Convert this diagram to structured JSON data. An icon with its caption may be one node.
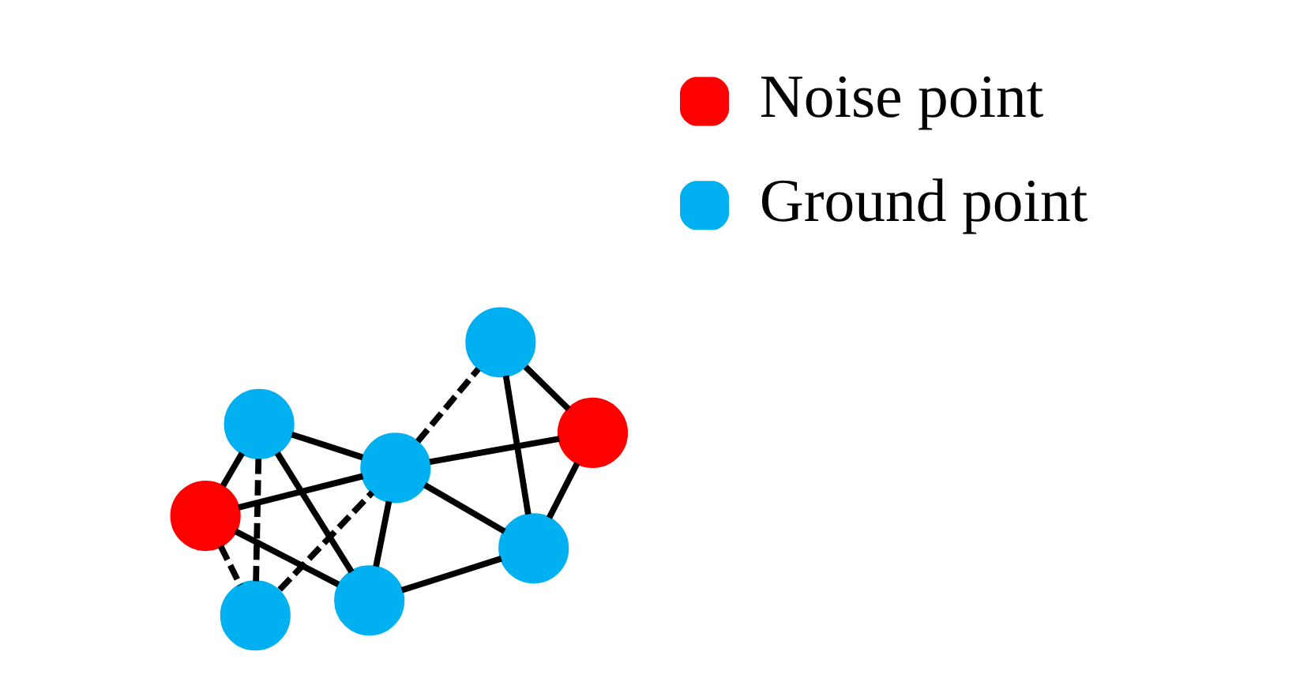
{
  "diagram": {
    "nodes": [
      {
        "text": [],
        "shape": "circle"
      },
      {
        "text": [],
        "shape": "circle"
      },
      {
        "text": [],
        "shape": "circle"
      },
      {
        "text": [],
        "shape": "circle"
      },
      {
        "text": [],
        "shape": "circle"
      },
      {
        "text": [],
        "shape": "circle"
      },
      {
        "text": [],
        "shape": "circle"
      },
      {
        "text": [],
        "shape": "circle"
      }
    ],
    "edges": [
      {
        "from": 0,
        "to": 5,
        "arrow": "none"
      },
      {
        "from": 0,
        "to": 2,
        "arrow": "none",
        "style": "dashed"
      },
      {
        "from": 0,
        "to": 3,
        "arrow": "none"
      },
      {
        "from": 0,
        "to": 6,
        "arrow": "none"
      },
      {
        "from": 1,
        "to": 3,
        "arrow": "none"
      },
      {
        "from": 1,
        "to": 7,
        "arrow": "none"
      },
      {
        "from": 1,
        "to": 4,
        "arrow": "none"
      },
      {
        "from": 2,
        "to": 5,
        "arrow": "none",
        "style": "dashed"
      },
      {
        "from": 2,
        "to": 3,
        "arrow": "none",
        "style": "dashed"
      },
      {
        "from": 3,
        "to": 4,
        "arrow": "none",
        "style": "dashed"
      },
      {
        "from": 3,
        "to": 5,
        "arrow": "none"
      },
      {
        "from": 3,
        "to": 6,
        "arrow": "none"
      },
      {
        "from": 3,
        "to": 7,
        "arrow": "none"
      },
      {
        "from": 5,
        "to": 6,
        "arrow": "none"
      },
      {
        "from": 6,
        "to": 7,
        "arrow": "none"
      },
      {
        "from": 7,
        "to": 4,
        "arrow": "none"
      }
    ],
    "legend": [
      {
        "text": "Noise point",
        "color": "#ff0000"
      },
      {
        "text": "Ground point",
        "color": "#00b0f0"
      }
    ]
  }
}
